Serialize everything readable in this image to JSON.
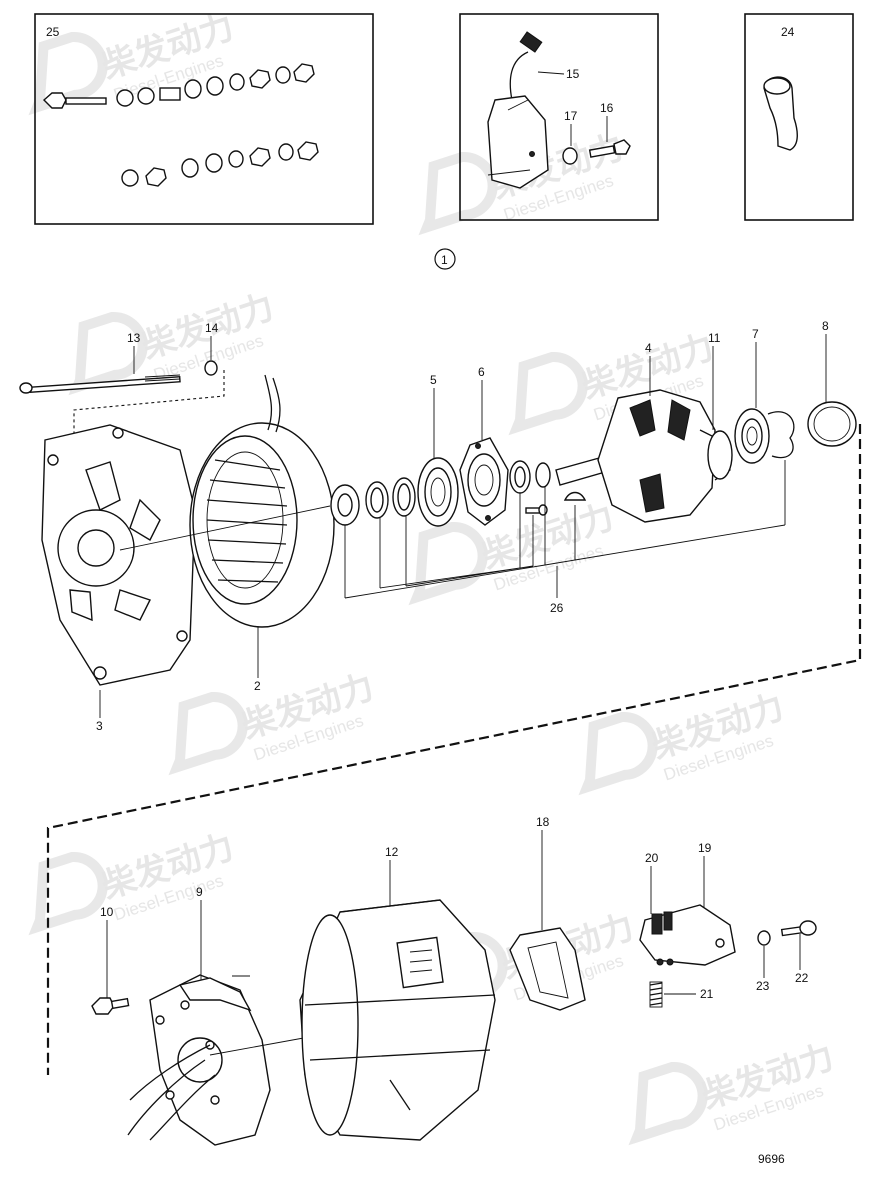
{
  "watermark": {
    "brand": "柴发动力",
    "sub": "Diesel-Engines"
  },
  "diagram_number": "9696",
  "view_marker": "1",
  "boxes": {
    "box_25_label": "25",
    "box_15_label": "15",
    "box_24_label": "24"
  },
  "callouts": {
    "c1": "1",
    "c2": "2",
    "c3": "3",
    "c4": "4",
    "c5": "5",
    "c6": "6",
    "c7": "7",
    "c8": "8",
    "c9": "9",
    "c10": "10",
    "c11": "11",
    "c12": "12",
    "c13": "13",
    "c14": "14",
    "c15": "15",
    "c16": "16",
    "c17": "17",
    "c18": "18",
    "c19": "19",
    "c20": "20",
    "c21": "21",
    "c22": "22",
    "c23": "23",
    "c24": "24",
    "c26": "26"
  }
}
